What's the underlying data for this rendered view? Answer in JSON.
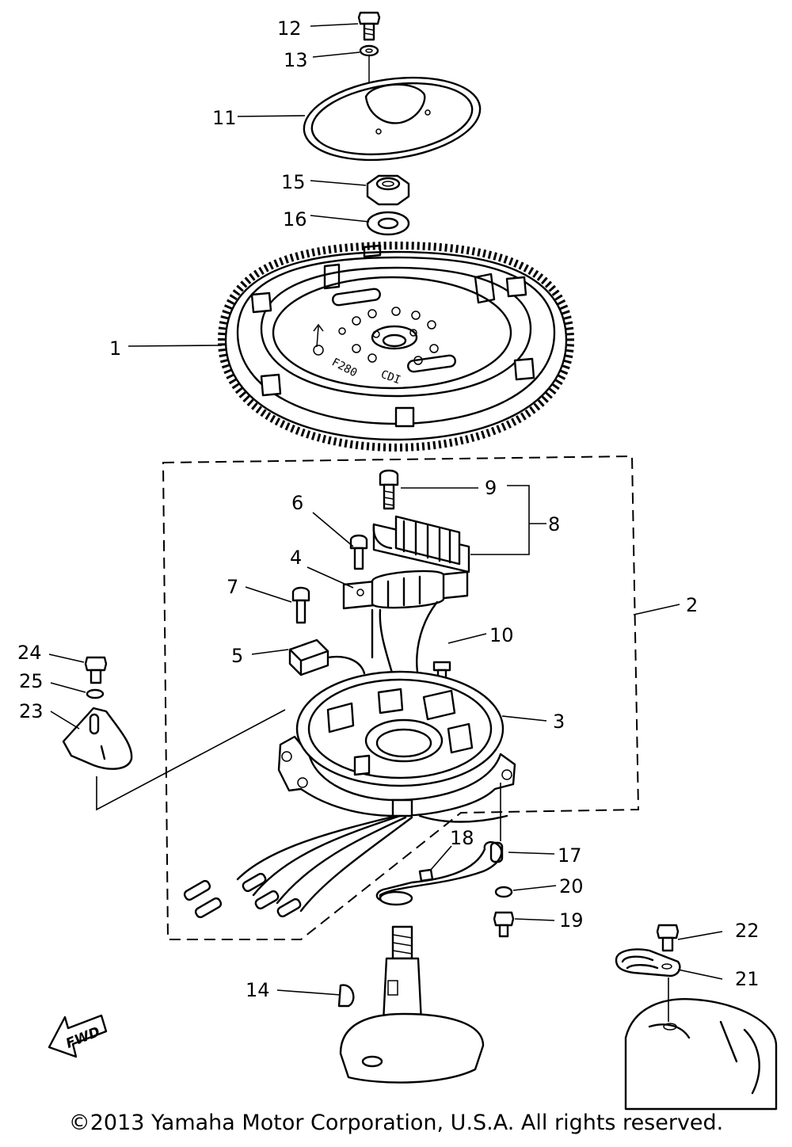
{
  "callouts": [
    {
      "id": "12",
      "label": "12"
    },
    {
      "id": "13",
      "label": "13"
    },
    {
      "id": "11",
      "label": "11"
    },
    {
      "id": "15",
      "label": "15"
    },
    {
      "id": "16",
      "label": "16"
    },
    {
      "id": "1",
      "label": "1"
    },
    {
      "id": "9",
      "label": "9"
    },
    {
      "id": "8",
      "label": "8"
    },
    {
      "id": "6",
      "label": "6"
    },
    {
      "id": "4",
      "label": "4"
    },
    {
      "id": "2",
      "label": "2"
    },
    {
      "id": "7",
      "label": "7"
    },
    {
      "id": "10",
      "label": "10"
    },
    {
      "id": "5",
      "label": "5"
    },
    {
      "id": "24",
      "label": "24"
    },
    {
      "id": "25",
      "label": "25"
    },
    {
      "id": "23",
      "label": "23"
    },
    {
      "id": "3",
      "label": "3"
    },
    {
      "id": "18",
      "label": "18"
    },
    {
      "id": "17",
      "label": "17"
    },
    {
      "id": "20",
      "label": "20"
    },
    {
      "id": "19",
      "label": "19"
    },
    {
      "id": "22",
      "label": "22"
    },
    {
      "id": "21",
      "label": "21"
    },
    {
      "id": "14",
      "label": "14"
    }
  ],
  "flywheel_marks": [
    "F280",
    "CDI"
  ],
  "fwd_arrow_label": "FWD",
  "copyright": "©2013 Yamaha Motor Corporation, U.S.A. All rights reserved."
}
